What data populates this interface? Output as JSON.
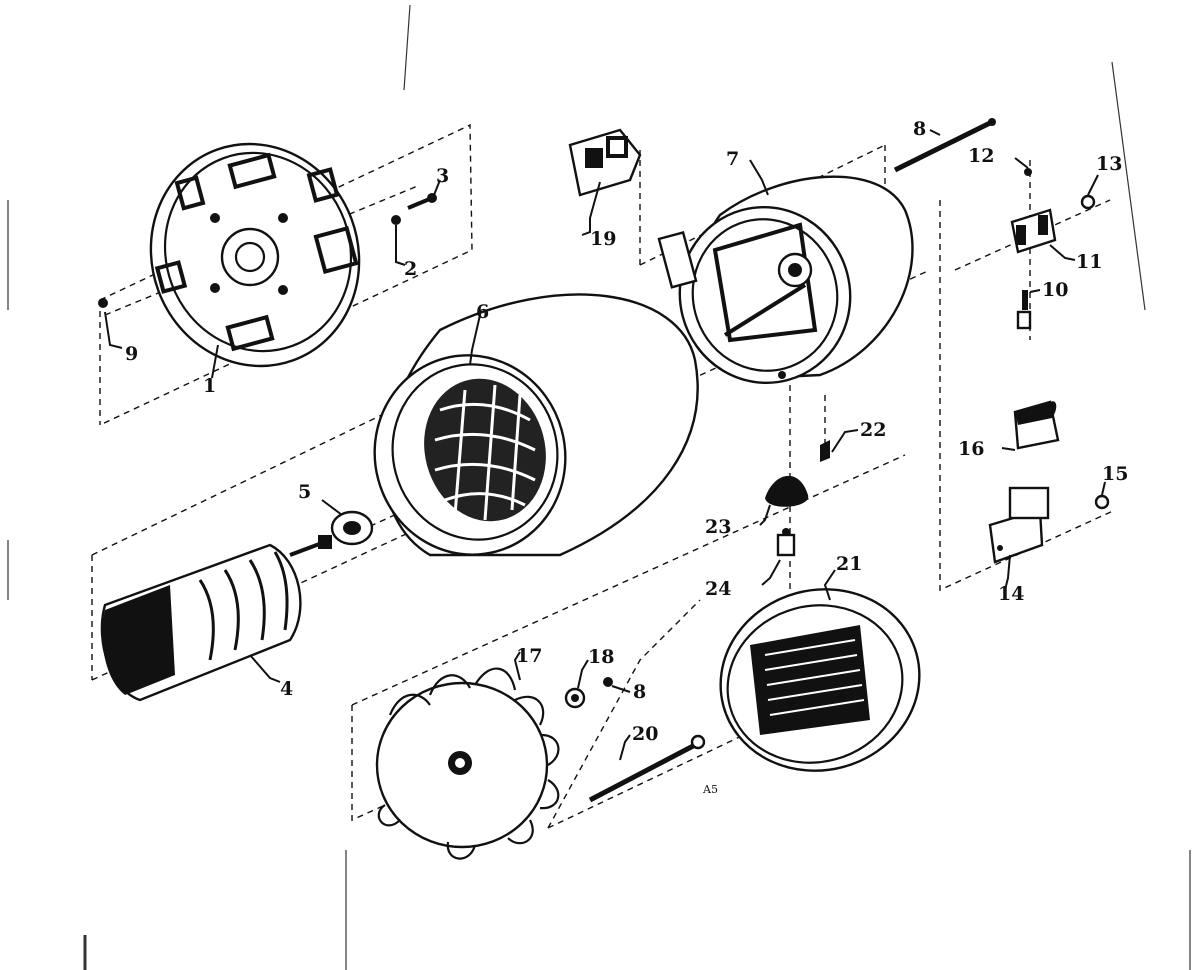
{
  "diagram": {
    "part_labels": {
      "p1": "1",
      "p2": "2",
      "p3": "3",
      "p4": "4",
      "p5": "5",
      "p6": "6",
      "p7": "7",
      "p8": "8",
      "p8b": "8",
      "p9": "9",
      "p10": "10",
      "p11": "11",
      "p12": "12",
      "p13": "13",
      "p14": "14",
      "p15": "15",
      "p16": "16",
      "p17": "17",
      "p18": "18",
      "p19": "19",
      "p20": "20",
      "p21": "21",
      "p22": "22",
      "p23": "23",
      "p24": "24"
    },
    "corner_mark": "A5"
  }
}
